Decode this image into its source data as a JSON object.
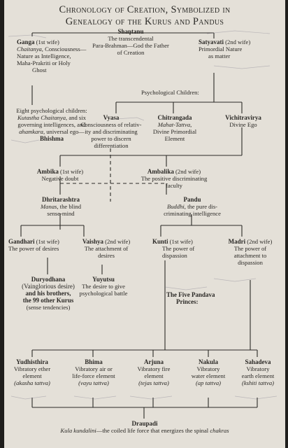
{
  "title_line1": "Chronology of Creation, Symbolized in",
  "title_line2": "Genealogy of the Kurus and Pandus",
  "shantanu": {
    "name": "Shantanu",
    "desc1": "The transcendental",
    "desc2": "Para-Brahman—God the Father",
    "desc3": "of Creation"
  },
  "ganga": {
    "name": "Ganga",
    "tag": " (1st wife)",
    "line1_it": "Chaitanya,",
    "line1_rest": " Consciousness—",
    "line2": "Nature as Intelligence,",
    "line3": "Maha-Prakriti or Holy",
    "line4": "Ghost"
  },
  "satyavati": {
    "name": "Satyavati",
    "tag": " (2nd wife)",
    "line1": "Primordial Nature",
    "line2": "as matter"
  },
  "psych_children": "Psychological Children:",
  "bhishma": {
    "line1": "Eight psychological children:",
    "line2_it": "Kutastha Chaitanya,",
    "line2_rest": " and six",
    "line3": "governing intelligences, and",
    "line4_it": "ahamkara,",
    "line4_rest": " universal ego—",
    "name": "Bhishma"
  },
  "vyasa": {
    "name": "Vyasa",
    "line1": "Consciousness of relativ-",
    "line2": "ity and discriminating",
    "line3": "power to discern",
    "line4": "differentiation"
  },
  "chitrangada": {
    "name": "Chitrangada",
    "line1_it": "Mahat-Tattva,",
    "line2": "Divine Primordial",
    "line3": "Element"
  },
  "vichitravirya": {
    "name": "Vichitravirya",
    "line1": "Divine Ego"
  },
  "ambika": {
    "name": "Ambika",
    "tag": " (1st wife)",
    "line1": "Negative doubt"
  },
  "ambalika": {
    "name": "Ambalika",
    "tag": " (2nd wife)",
    "line1": "The positive discriminating",
    "line2": "faculty"
  },
  "dhritarashtra": {
    "name": "Dhritarashtra",
    "line1_it": "Manas,",
    "line1_rest": " the blind",
    "line2": "sense-mind"
  },
  "pandu": {
    "name": "Pandu",
    "line1_it": "Buddhi,",
    "line1_rest": " the pure dis-",
    "line2": "criminating intelligence"
  },
  "gandhari": {
    "name": "Gandhari",
    "tag": " (1st wife)",
    "line1": "The power of desires"
  },
  "vaishya": {
    "name": "Vaishya",
    "tag": " (2nd wife)",
    "line1": "The attachment of",
    "line2": "desires"
  },
  "kunti": {
    "name": "Kunti",
    "tag": " (1st wife)",
    "line1": "The power of",
    "line2": "dispassion"
  },
  "madri": {
    "name": "Madri",
    "tag": " (2nd wife)",
    "line1": "The power of",
    "line2": "attachment to",
    "line3": "dispassion"
  },
  "duryodhana": {
    "name": "Duryodhana",
    "line1": "(Vainglorious desire)",
    "line2": "and his brothers,",
    "line3": "the 99 other Kurus",
    "line4": "(sense tendencies)"
  },
  "yuyutsu": {
    "name": "Yuyutsu",
    "line1": "The desire to give",
    "line2": "psychological battle"
  },
  "pandava_princes_1": "The Five Pandava",
  "pandava_princes_2": "Princes:",
  "yudhisthira": {
    "name": "Yudhisthira",
    "line1": "Vibratory ether",
    "line2": "element",
    "line3": "(akasha tattva)"
  },
  "bhima": {
    "name": "Bhima",
    "line1": "Vibratory air or",
    "line2": "life-force element",
    "line3": "(vayu tattva)"
  },
  "arjuna": {
    "name": "Arjuna",
    "line1": "Vibratory fire",
    "line2": "element",
    "line3": "(tejas tattva)"
  },
  "nakula": {
    "name": "Nakula",
    "line1": "Vibratory",
    "line2": "water element",
    "line3": "(ap tattva)"
  },
  "sahadeva": {
    "name": "Sahadeva",
    "line1": "Vibratory",
    "line2": "earth element",
    "line3": "(kshiti tattva)"
  },
  "draupadi": {
    "name": "Draupadi",
    "line1_it": "Kula kundalini",
    "line1_mid": "—the coiled life force that energizes the spinal ",
    "line1_end": "chakras"
  }
}
